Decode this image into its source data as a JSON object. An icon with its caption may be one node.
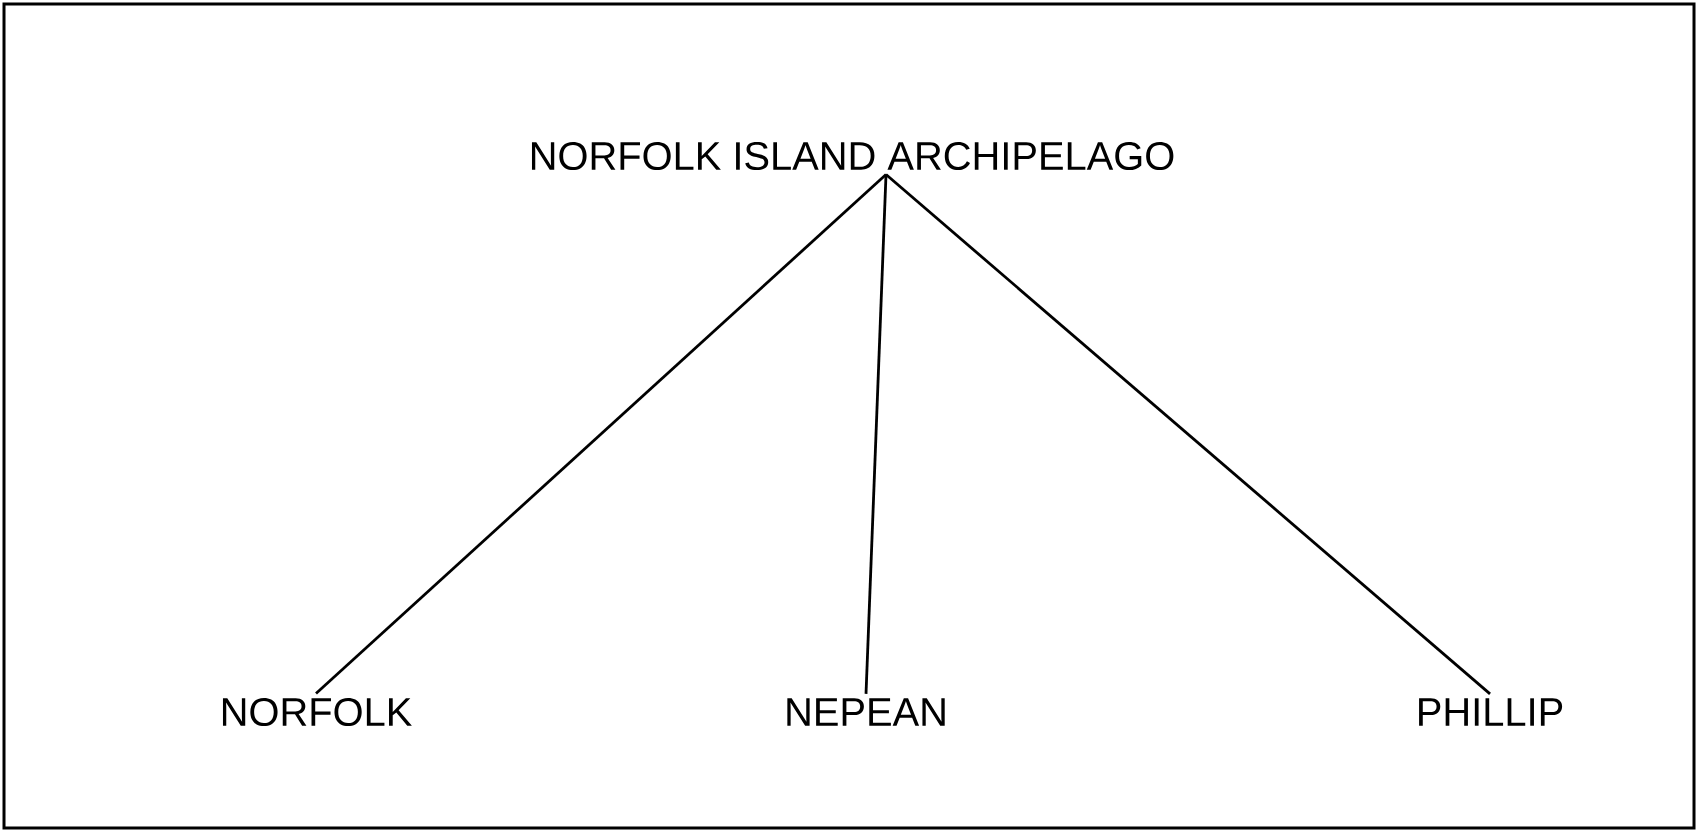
{
  "diagram": {
    "nodes": [
      {
        "text": [
          "NORFOLK ISLAND ARCHIPELAGO"
        ]
      },
      {
        "text": [
          "NORFOLK"
        ]
      },
      {
        "text": [
          "NEPEAN"
        ]
      },
      {
        "text": [
          "PHILLIP"
        ]
      }
    ],
    "edges": [
      {
        "from": 0,
        "to": 1,
        "arrow": "none"
      },
      {
        "from": 0,
        "to": 2,
        "arrow": "none"
      },
      {
        "from": 0,
        "to": 3,
        "arrow": "none"
      }
    ]
  }
}
